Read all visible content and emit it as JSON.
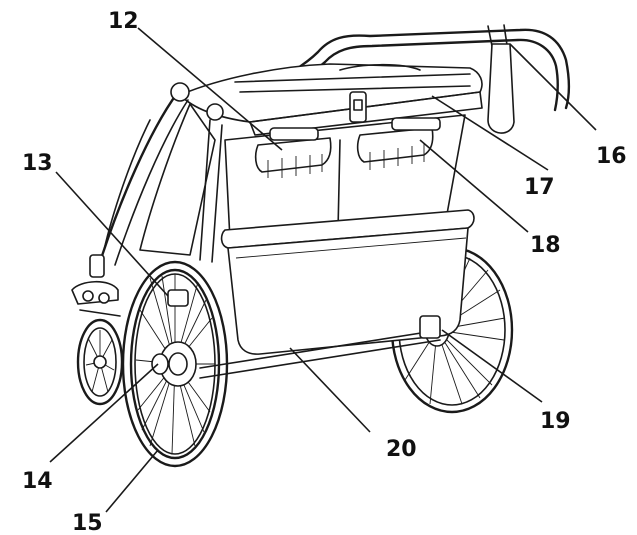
{
  "figure": {
    "callouts": [
      {
        "id": "c12",
        "label": "12"
      },
      {
        "id": "c13",
        "label": "13"
      },
      {
        "id": "c14",
        "label": "14"
      },
      {
        "id": "c15",
        "label": "15"
      },
      {
        "id": "c16",
        "label": "16"
      },
      {
        "id": "c17",
        "label": "17"
      },
      {
        "id": "c18",
        "label": "18"
      },
      {
        "id": "c19",
        "label": "19"
      },
      {
        "id": "c20",
        "label": "20"
      }
    ]
  }
}
